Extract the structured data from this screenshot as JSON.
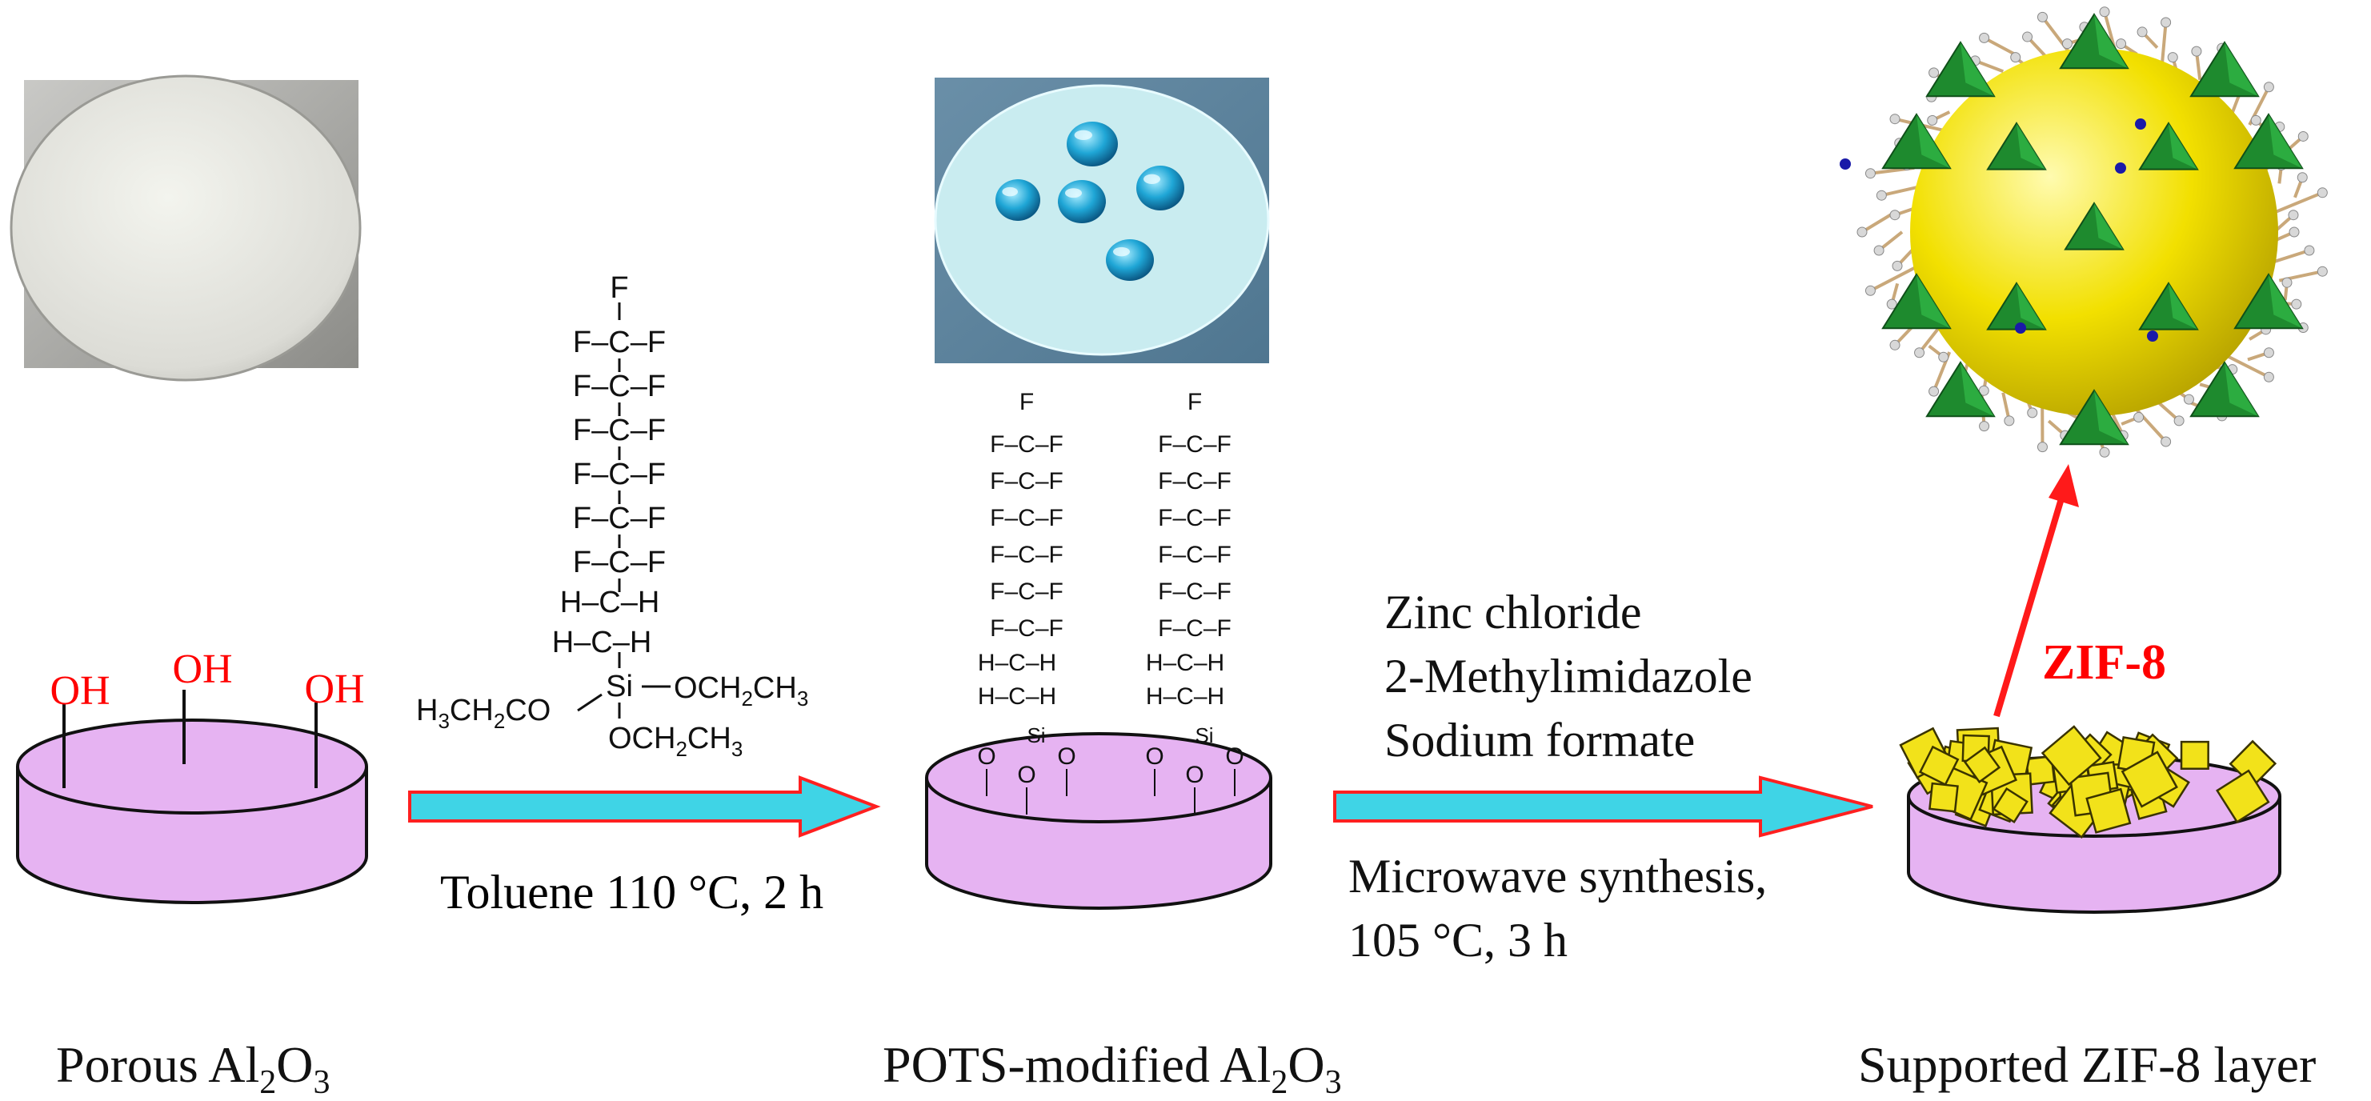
{
  "stages": {
    "porous": {
      "label": "Porous Al",
      "sub1": "2",
      "mid": "O",
      "sub2": "3"
    },
    "pots": {
      "label": "POTS-modified Al",
      "sub1": "2",
      "mid": "O",
      "sub2": "3"
    },
    "zif": {
      "label": "Supported ZIF-8 layer"
    }
  },
  "hydroxyl": {
    "oh1": "OH",
    "oh2": "OH",
    "oh3": "OH"
  },
  "step1": {
    "condition": "Toluene 110 °C, 2 h"
  },
  "step2": {
    "reagents": [
      "Zinc chloride",
      "2-Methylimidazole",
      "Sodium formate"
    ],
    "condition_line1": "Microwave synthesis,",
    "condition_line2": "105 °C, 3 h"
  },
  "zif_label": "ZIF-8",
  "molecule": {
    "top_f": "F",
    "cf_rows": [
      "F–C–F",
      "F–C–F",
      "F–C–F",
      "F–C–F",
      "F–C–F",
      "F–C–F"
    ],
    "ch_rows": [
      "H–C–H",
      "H–C–H"
    ],
    "si": "Si",
    "left_group": "H3CH2CO",
    "right_group": "OCH2CH3",
    "bottom_group": "OCH2CH3"
  },
  "colors": {
    "disc_fill": "#e6b3f2",
    "arrow_fill": "#3fd4e6",
    "arrow_outline": "#ff2020",
    "hydroxyl": "#ff0000",
    "zif_label": "#ff0000",
    "crystal": "#f2e21a",
    "sphere": "#f4e600",
    "tetrahedron": "#1e8a2e"
  }
}
